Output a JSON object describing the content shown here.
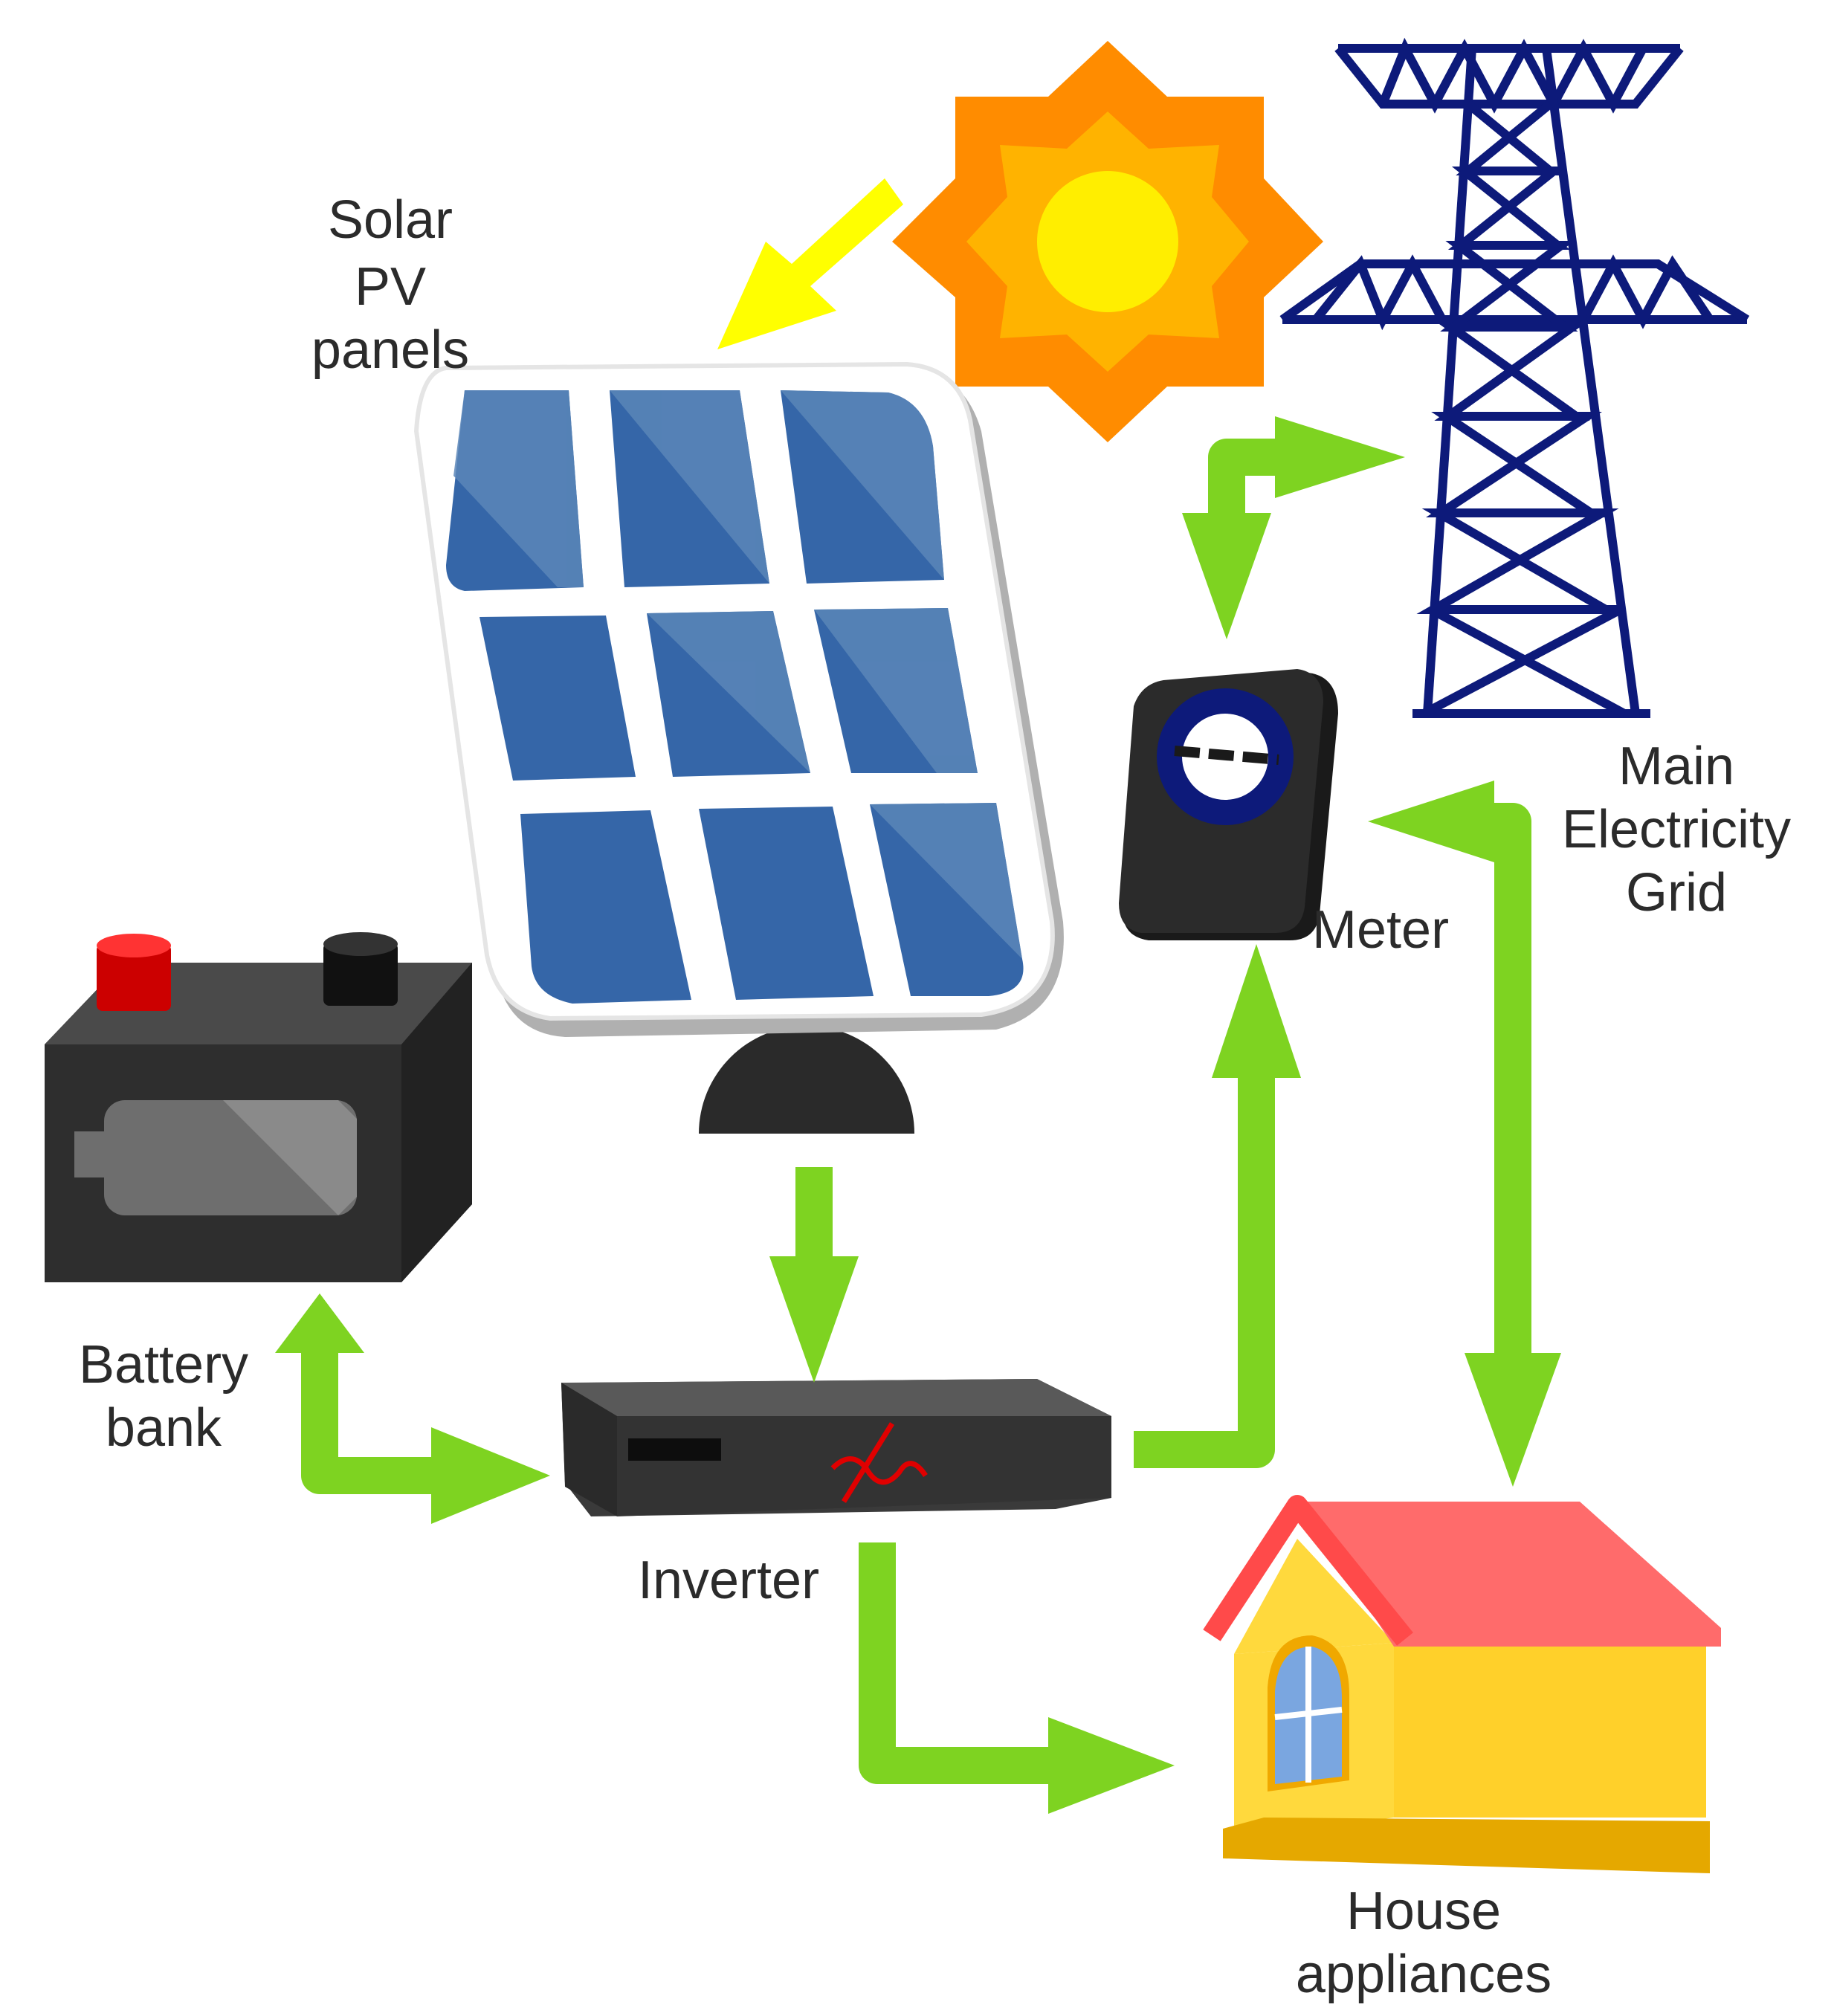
{
  "labels": {
    "solar": [
      "Solar",
      "PV",
      "panels"
    ],
    "grid": [
      "Main",
      "Electricity",
      "Grid"
    ],
    "meter": "Meter",
    "battery": [
      "Battery",
      "bank"
    ],
    "inverter": "Inverter",
    "house": [
      "House",
      "appliances"
    ]
  },
  "colors": {
    "flow_arrow": "#7ed321",
    "sun_ray_arrow": "#ffff00",
    "sun_outer": "#ff8c00",
    "sun_middle": "#ffb300",
    "sun_core": "#ffee00",
    "panel_cell": "#3566a8",
    "panel_cell_light": "#5a86b8",
    "tower": "#0d1a7a",
    "meter_ring": "#0d1a7a",
    "battery_positive": "#e00000",
    "inverter_wave": "#e00000",
    "house_roof": "#ff6b6b",
    "house_wall": "#ffd93d"
  },
  "icons": [
    "sun-icon",
    "solar-panel-icon",
    "transmission-tower-icon",
    "electricity-meter-icon",
    "battery-icon",
    "inverter-icon",
    "house-icon"
  ]
}
